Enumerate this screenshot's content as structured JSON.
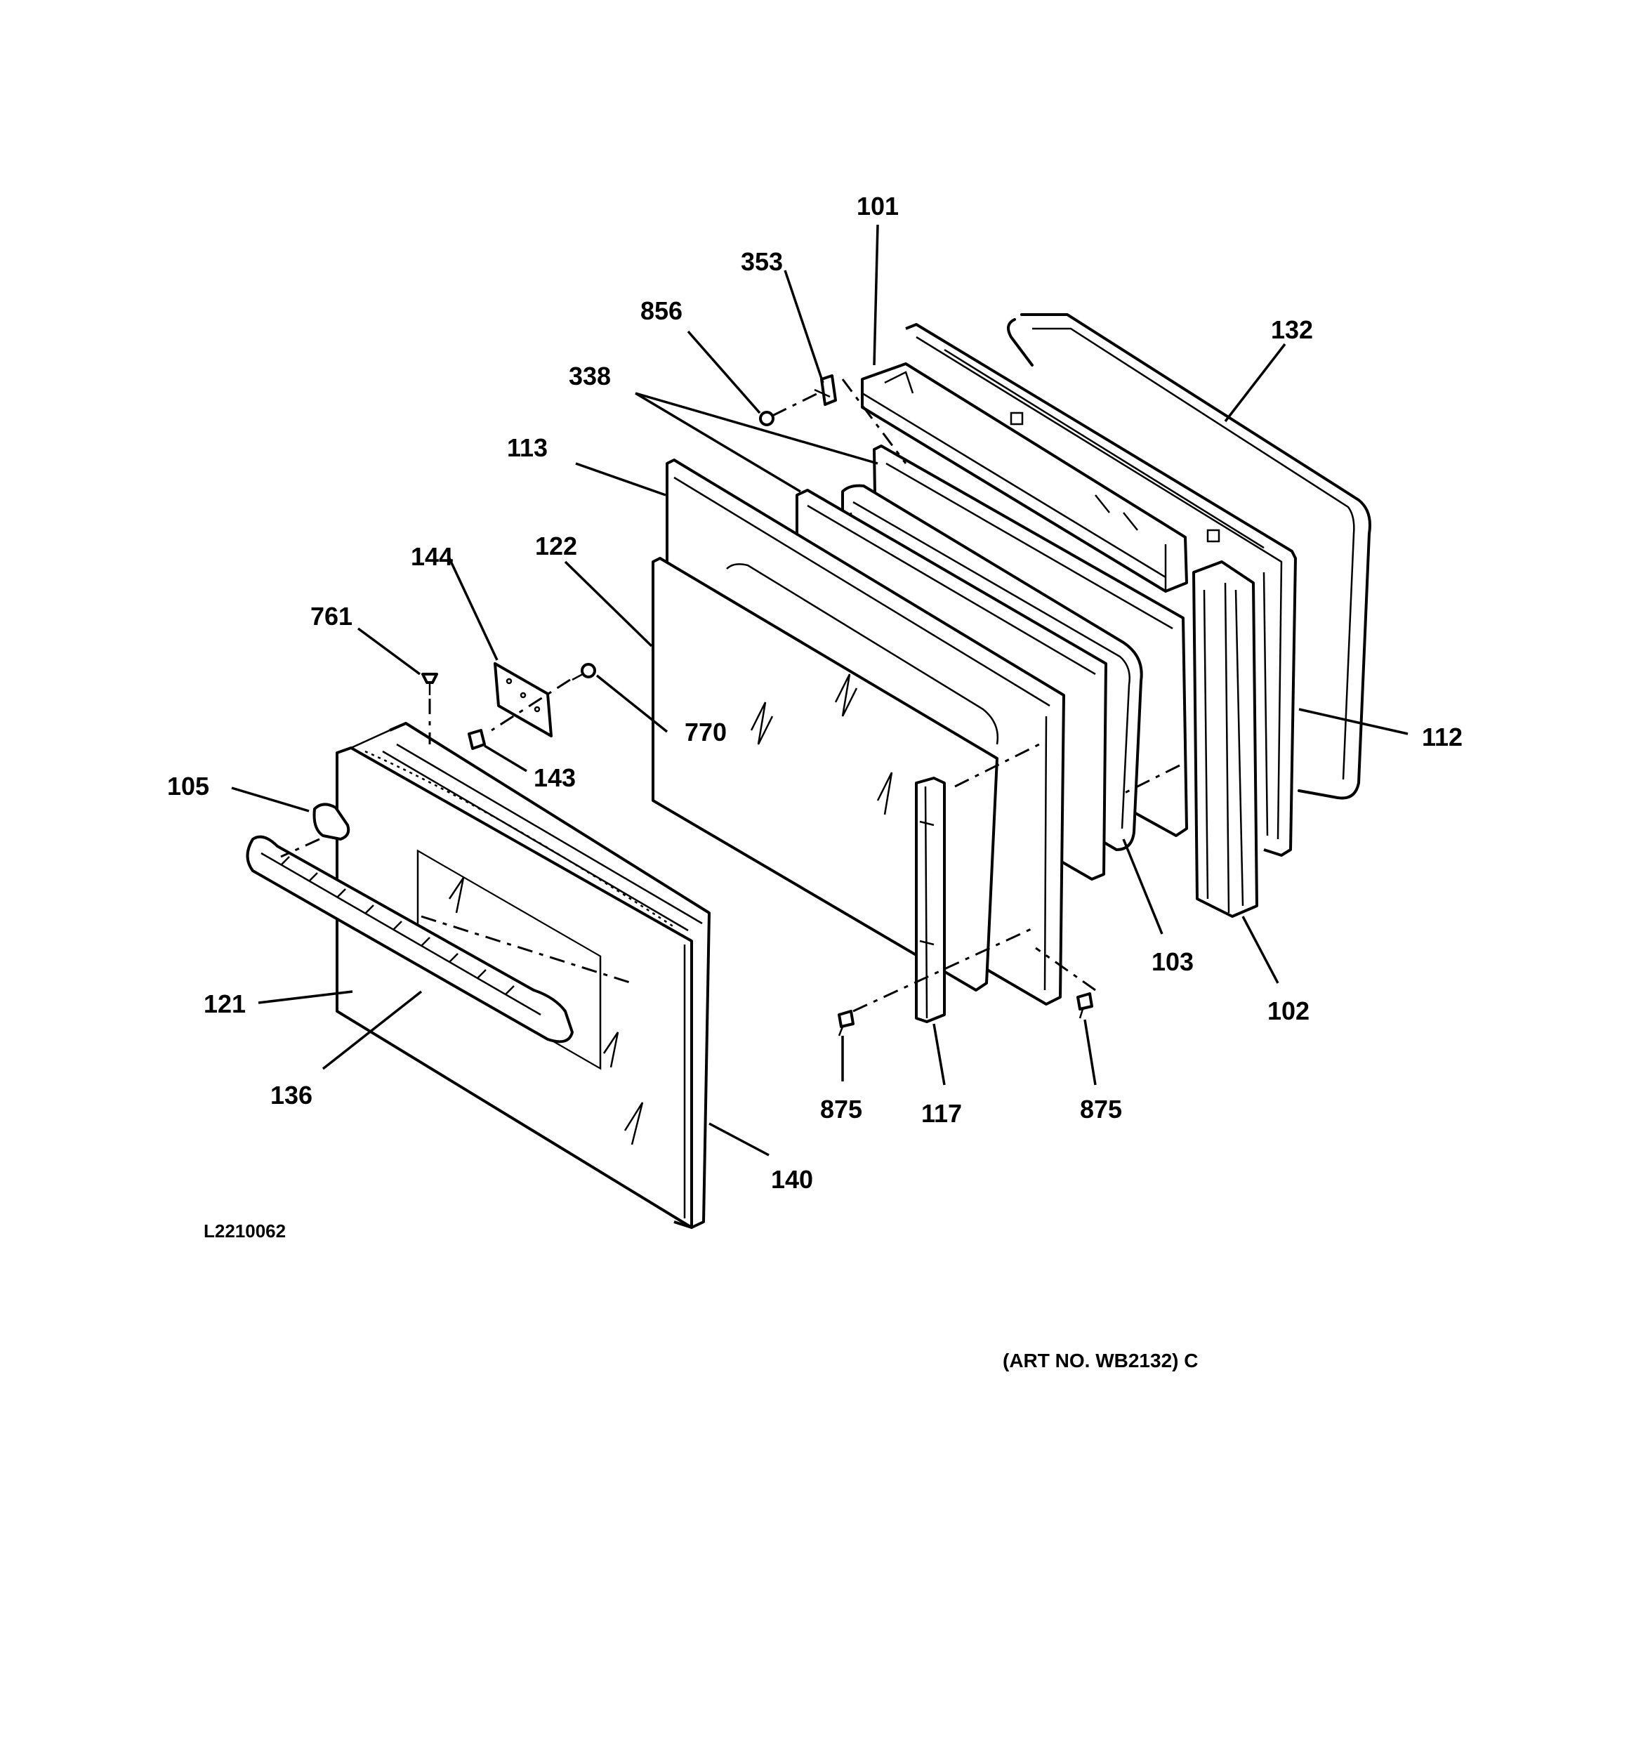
{
  "callouts": {
    "c101": "101",
    "c353": "353",
    "c856": "856",
    "c132": "132",
    "c338": "338",
    "c113": "113",
    "c144": "144",
    "c122": "122",
    "c761": "761",
    "c770": "770",
    "c112": "112",
    "c143": "143",
    "c105": "105",
    "c103": "103",
    "c121": "121",
    "c102": "102",
    "c136": "136",
    "c875a": "875",
    "c117": "117",
    "c875b": "875",
    "c140": "140"
  },
  "drawing_id": "L2210062",
  "art_number": "(ART NO. WB2132) C"
}
